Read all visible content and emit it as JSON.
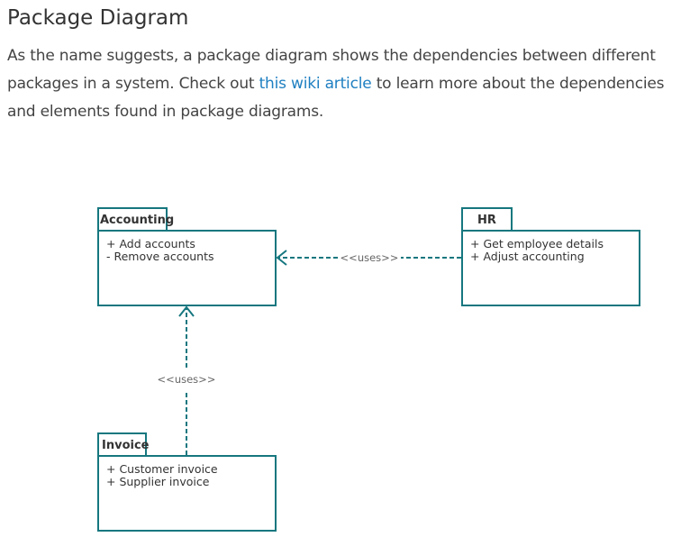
{
  "page": {
    "title": "Package Diagram",
    "intro_before_link": "As the name suggests, a package diagram shows the dependencies between different packages in a system. Check out ",
    "link_text": "this wiki article",
    "intro_after_link": " to learn more about the dependencies and elements found in package diagrams."
  },
  "diagram": {
    "colors": {
      "box_stroke": "#16777f",
      "arrow": "#16777f",
      "text": "#333333",
      "link": "#1e7fc1"
    },
    "packages": {
      "accounting": {
        "name": "Accounting",
        "members": [
          "+ Add accounts",
          "- Remove accounts"
        ]
      },
      "hr": {
        "name": "HR",
        "members": [
          "+ Get employee details",
          "+ Adjust accounting"
        ]
      },
      "invoice": {
        "name": "Invoice",
        "members": [
          "+ Customer invoice",
          "+ Supplier invoice"
        ]
      }
    },
    "dependencies": {
      "hr_to_accounting": {
        "label": "<<uses>>",
        "style": "dashed"
      },
      "invoice_to_accounting": {
        "label": "<<uses>>",
        "style": "dashed"
      }
    }
  }
}
